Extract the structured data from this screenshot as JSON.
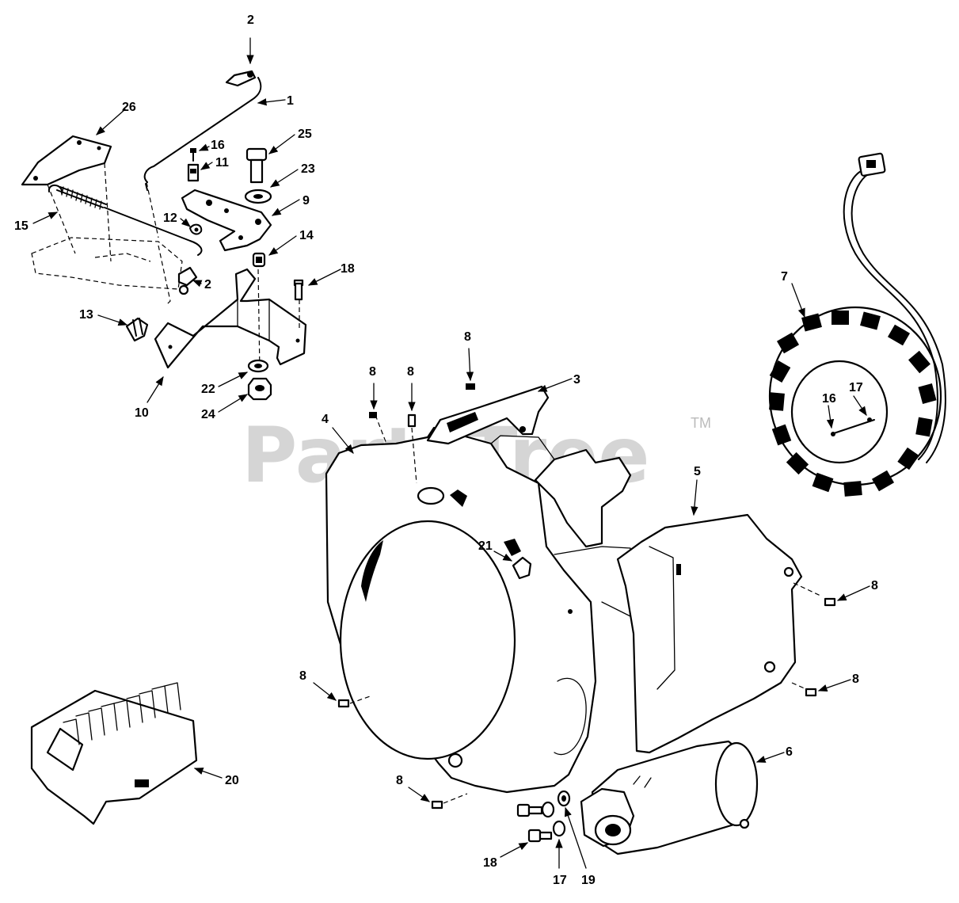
{
  "watermark": {
    "text": "PartsTree",
    "trademark": "TM"
  },
  "callouts": {
    "c1": "1",
    "c2a": "2",
    "c2b": "2",
    "c3": "3",
    "c4": "4",
    "c5": "5",
    "c6": "6",
    "c7": "7",
    "c8a": "8",
    "c8b": "8",
    "c8c": "8",
    "c8d": "8",
    "c8e": "8",
    "c8f": "8",
    "c8g": "8",
    "c9": "9",
    "c10": "10",
    "c11": "11",
    "c12": "12",
    "c13": "13",
    "c14": "14",
    "c15": "15",
    "c16a": "16",
    "c16b": "16",
    "c17a": "17",
    "c17b": "17",
    "c18a": "18",
    "c18b": "18",
    "c19": "19",
    "c20": "20",
    "c21": "21",
    "c22": "22",
    "c23": "23",
    "c24": "24",
    "c25": "25",
    "c26": "26"
  },
  "parts": {
    "throttle_link": "throttle-link",
    "spring": "governor-spring",
    "bracket": "control-bracket",
    "lever": "governor-lever",
    "blower_housing": "blower-housing",
    "shield": "air-shield",
    "stator": "alternator-stator",
    "starter": "starter-motor",
    "regulator": "voltage-regulator"
  }
}
